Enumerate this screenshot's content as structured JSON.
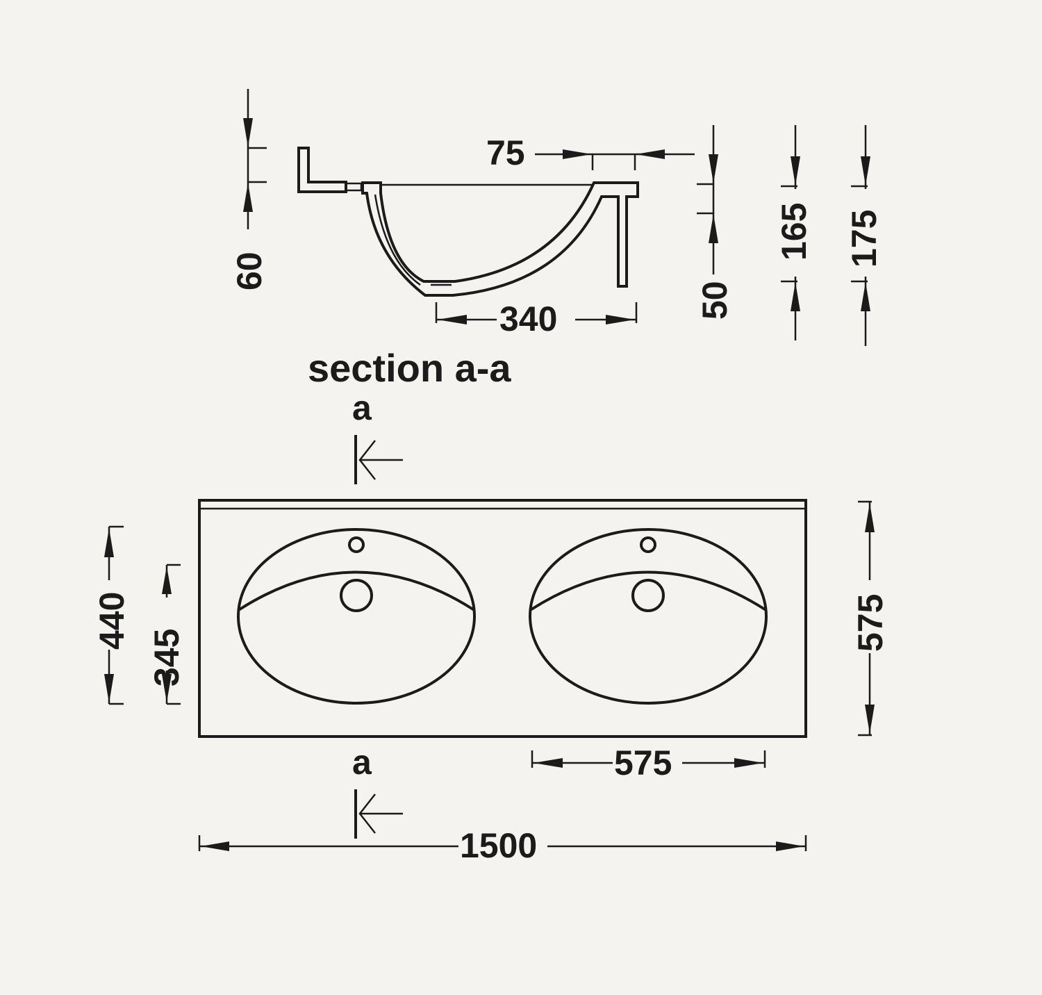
{
  "section": {
    "title": "section a-a",
    "dims": {
      "lip_height": "60",
      "rim_offset": "75",
      "bowl_depth_label": "340",
      "wall_height": "50",
      "depth_inner": "165",
      "depth_outer": "175"
    }
  },
  "plan": {
    "cut_label_top": "a",
    "cut_label_bottom": "a",
    "dims": {
      "overall_width": "1500",
      "bowl_width": "575",
      "overall_depth": "575",
      "bowl_outer_depth": "440",
      "bowl_inner_depth": "345"
    }
  },
  "colors": {
    "line": "#1b1b1b",
    "background": "#f4f3ef"
  }
}
